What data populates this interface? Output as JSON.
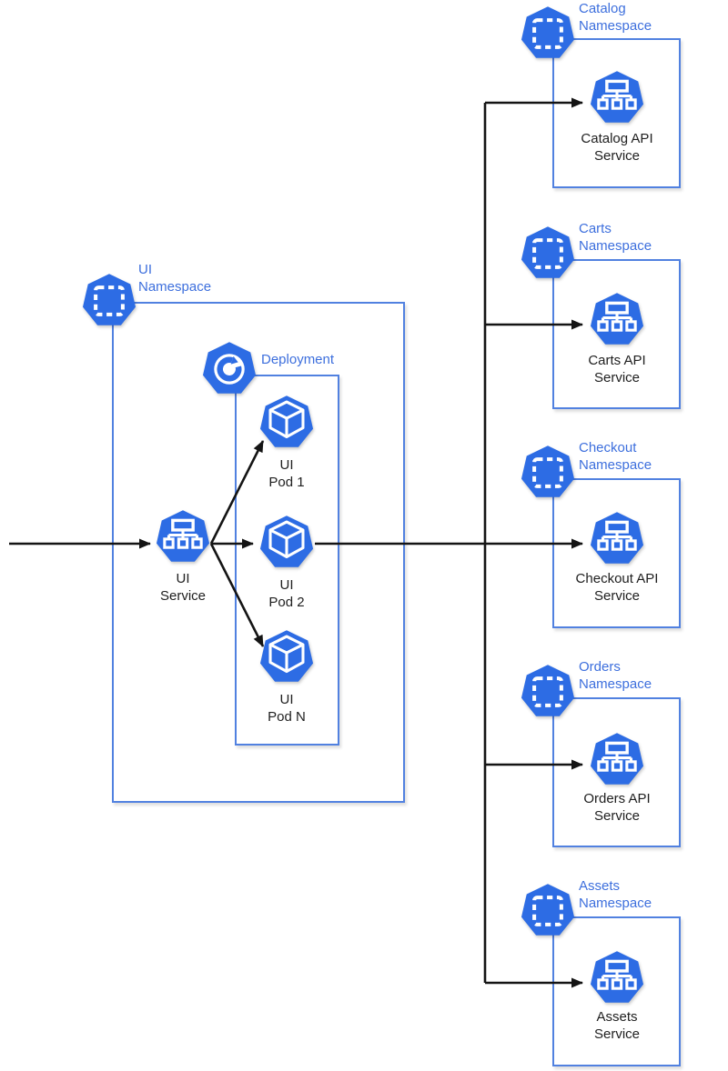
{
  "colors": {
    "icon_blue": "#2d6ce4",
    "box_border_blue": "#5181e0",
    "title_blue": "#3d6fdd",
    "line_black": "#141414",
    "label_black": "#202020",
    "background": "#ffffff"
  },
  "ui_namespace": {
    "title": "UI\nNamespace",
    "service": {
      "label": "UI\nService"
    },
    "deployment": {
      "title": "Deployment",
      "pods": [
        {
          "label": "UI\nPod 1"
        },
        {
          "label": "UI\nPod 2"
        },
        {
          "label": "UI\nPod N"
        }
      ]
    }
  },
  "api_namespaces": [
    {
      "title": "Catalog\nNamespace",
      "service_label": "Catalog API\nService"
    },
    {
      "title": "Carts\nNamespace",
      "service_label": "Carts API\nService"
    },
    {
      "title": "Checkout\nNamespace",
      "service_label": "Checkout API\nService"
    },
    {
      "title": "Orders\nNamespace",
      "service_label": "Orders API\nService"
    },
    {
      "title": "Assets\nNamespace",
      "service_label": "Assets\nService"
    }
  ],
  "icon_names": {
    "namespace": "kubernetes-namespace-icon",
    "deployment": "kubernetes-deployment-icon",
    "service": "kubernetes-service-icon",
    "pod": "kubernetes-pod-icon"
  }
}
